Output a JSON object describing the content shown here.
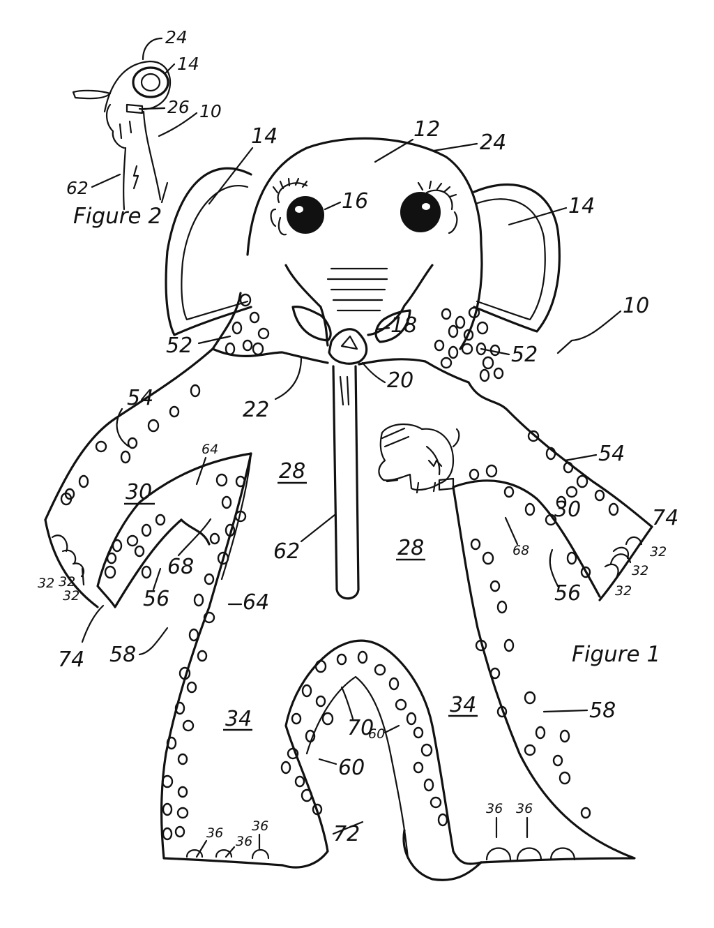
{
  "figures": {
    "figure1": "Figure 1",
    "figure2": "Figure 2"
  },
  "labels": [
    {
      "id": "l24a",
      "text": "24"
    },
    {
      "id": "l14a",
      "text": "14"
    },
    {
      "id": "l26",
      "text": "26"
    },
    {
      "id": "l10a",
      "text": "10"
    },
    {
      "id": "l62a",
      "text": "62"
    },
    {
      "id": "l14b",
      "text": "14"
    },
    {
      "id": "l12",
      "text": "12"
    },
    {
      "id": "l24b",
      "text": "24"
    },
    {
      "id": "l16",
      "text": "16"
    },
    {
      "id": "l14c",
      "text": "14"
    },
    {
      "id": "l10b",
      "text": "10"
    },
    {
      "id": "l18",
      "text": "18"
    },
    {
      "id": "l52a",
      "text": "52"
    },
    {
      "id": "l52b",
      "text": "52"
    },
    {
      "id": "l20",
      "text": "20"
    },
    {
      "id": "l22",
      "text": "22"
    },
    {
      "id": "l54a",
      "text": "54"
    },
    {
      "id": "l54b",
      "text": "54"
    },
    {
      "id": "l64a",
      "text": "64"
    },
    {
      "id": "l28a",
      "text": "28"
    },
    {
      "id": "l30a",
      "text": "30"
    },
    {
      "id": "l30b",
      "text": "30"
    },
    {
      "id": "l68a",
      "text": "68"
    },
    {
      "id": "l68b",
      "text": "68"
    },
    {
      "id": "l28b",
      "text": "28"
    },
    {
      "id": "l62b",
      "text": "62"
    },
    {
      "id": "l74a",
      "text": "74"
    },
    {
      "id": "l32a",
      "text": "32"
    },
    {
      "id": "l32b",
      "text": "32"
    },
    {
      "id": "l32c",
      "text": "32"
    },
    {
      "id": "l32d",
      "text": "32"
    },
    {
      "id": "l32e",
      "text": "32"
    },
    {
      "id": "l32f",
      "text": "32"
    },
    {
      "id": "l56a",
      "text": "56"
    },
    {
      "id": "l56b",
      "text": "56"
    },
    {
      "id": "l64b",
      "text": "64"
    },
    {
      "id": "l74b",
      "text": "74"
    },
    {
      "id": "l58a",
      "text": "58"
    },
    {
      "id": "l58b",
      "text": "58"
    },
    {
      "id": "l34a",
      "text": "34"
    },
    {
      "id": "l34b",
      "text": "34"
    },
    {
      "id": "l70",
      "text": "70"
    },
    {
      "id": "l60a",
      "text": "60"
    },
    {
      "id": "l60b",
      "text": "60"
    },
    {
      "id": "l36a",
      "text": "36"
    },
    {
      "id": "l36b",
      "text": "36"
    },
    {
      "id": "l36c",
      "text": "36"
    },
    {
      "id": "l36d",
      "text": "36"
    },
    {
      "id": "l36e",
      "text": "36"
    },
    {
      "id": "l72",
      "text": "72"
    }
  ]
}
